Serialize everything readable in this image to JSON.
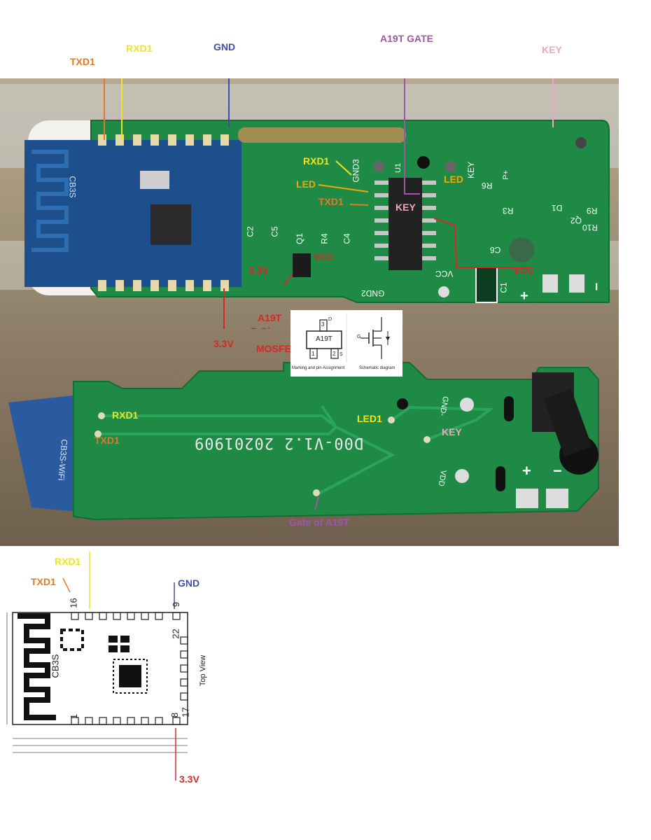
{
  "top_labels": {
    "txd1": "TXD1",
    "rxd1": "RXD1",
    "gnd": "GND",
    "a19t_gate": "A19T GATE",
    "key": "KEY"
  },
  "top_board_labels": {
    "rxd1": "RXD1",
    "led": "LED",
    "txd1": "TXD1",
    "key": "KEY",
    "led_right": "LED",
    "vcc": "VCC",
    "vcc_right": "VCC",
    "v33": "3.3V",
    "a19t_line1": "A19T",
    "a19t_line2": "P-Channel",
    "a19t_line3": "MOSFET",
    "v33_bottom": "3.3V",
    "silk_gnd3": "GND3",
    "silk_gnd2": "GND2",
    "silk_cb3s": "CB3S",
    "silk_q1": "Q1",
    "silk_r4": "R4",
    "silk_c4": "C4",
    "silk_c2": "C2",
    "silk_c5": "C5",
    "silk_r6": "R6",
    "silk_r3": "R3",
    "silk_d1": "D1",
    "silk_r9": "R9",
    "silk_q2": "Q2",
    "silk_r10": "R10",
    "silk_c6": "C6",
    "silk_c1": "C1",
    "silk_vcc": "VCC",
    "silk_key": "KEY",
    "silk_u1": "U1",
    "silk_p": "P+",
    "silk_plus": "+",
    "silk_minus": "−"
  },
  "inset": {
    "marking_title": "Marking and pin Assignment",
    "schematic_title": "Schematic diagram",
    "chip": "A19T",
    "pin_d": "D",
    "pin_g": "G",
    "pin_s": "S",
    "pin_1": "1",
    "pin_2": "2",
    "pin_3": "3"
  },
  "bottom_board_labels": {
    "rxd1": "RXD1",
    "txd1": "TXD1",
    "led1": "LED1",
    "key": "KEY",
    "gate": "Gate of A19T",
    "silk_code": "D00-V1.2 20201909",
    "silk_gnd": "GND-",
    "silk_vdd": "VDD",
    "silk_plus": "+",
    "silk_minus": "−",
    "silk_model": "CB3S-WiFi"
  },
  "diagram": {
    "rxd1": "RXD1",
    "txd1": "TXD1",
    "gnd": "GND",
    "v33": "3.3V",
    "pin16": "16",
    "pin9": "9",
    "pin22": "22",
    "pin17": "17",
    "pin8": "8",
    "pin1": "1",
    "cb3s": "CB3S",
    "top_view": "Top View"
  },
  "colors": {
    "txd1": "#e07a28",
    "rxd1": "#f2e320",
    "gnd": "#3e4db0",
    "gate": "#a055a8",
    "key": "#f0a5c0",
    "v33": "#d62828",
    "led": "#f2a800",
    "pcb": "#1f8a45",
    "module": "#1d4f8c"
  }
}
